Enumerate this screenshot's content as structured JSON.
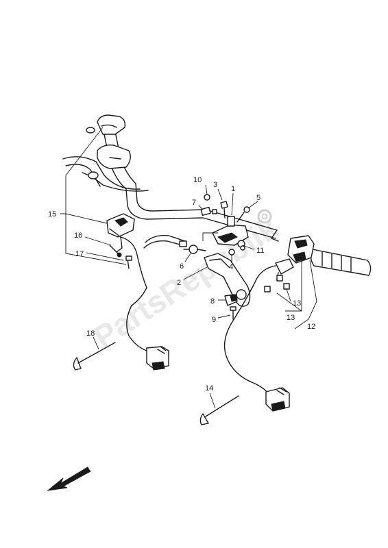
{
  "callouts": [
    {
      "id": "c1",
      "text": "1"
    },
    {
      "id": "c2",
      "text": "2"
    },
    {
      "id": "c3",
      "text": "3"
    },
    {
      "id": "c4",
      "text": "4"
    },
    {
      "id": "c5",
      "text": "5"
    },
    {
      "id": "c6",
      "text": "6"
    },
    {
      "id": "c7",
      "text": "7"
    },
    {
      "id": "c8",
      "text": "8"
    },
    {
      "id": "c9",
      "text": "9"
    },
    {
      "id": "c10",
      "text": "10"
    },
    {
      "id": "c11",
      "text": "11"
    },
    {
      "id": "c12",
      "text": "12"
    },
    {
      "id": "c13a",
      "text": "13"
    },
    {
      "id": "c13b",
      "text": "13"
    },
    {
      "id": "c14",
      "text": "14"
    },
    {
      "id": "c15",
      "text": "15"
    },
    {
      "id": "c16",
      "text": "16"
    },
    {
      "id": "c17",
      "text": "17"
    },
    {
      "id": "c18",
      "text": "18"
    }
  ],
  "watermark": {
    "text": "PartsRepublik"
  },
  "icons": {
    "direction_arrow": "arrow-down-left-icon",
    "gear": "gear-icon"
  }
}
